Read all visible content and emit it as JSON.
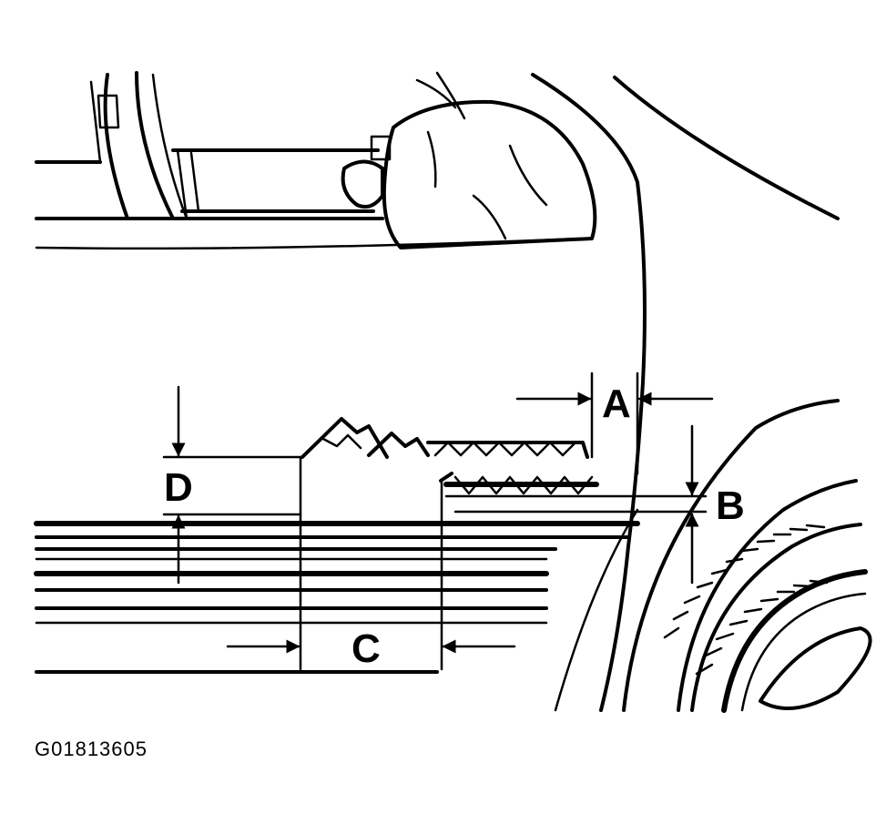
{
  "labels": {
    "A": "A",
    "B": "B",
    "C": "C",
    "D": "D"
  },
  "figure_code": "G01813605"
}
